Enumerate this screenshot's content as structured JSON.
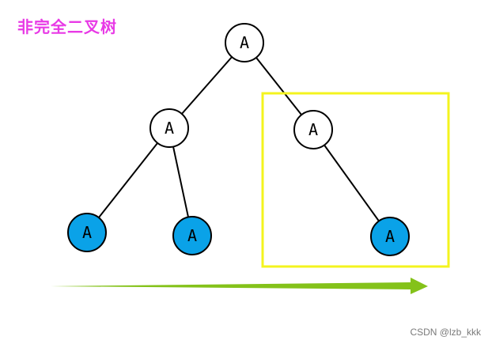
{
  "title": "非完全二叉树",
  "watermark": "CSDN @lzb_kkk",
  "colors": {
    "title": "#e83ae6",
    "node_white": "#ffffff",
    "node_blue": "#0aa2e8",
    "edge": "#000000",
    "highlight_box": "#f4f41e",
    "arrow": "#84c21a",
    "watermark": "#7a7a7a"
  },
  "nodes": [
    {
      "id": "root",
      "label": "A",
      "fill": "white"
    },
    {
      "id": "left",
      "label": "A",
      "fill": "white"
    },
    {
      "id": "right",
      "label": "A",
      "fill": "white"
    },
    {
      "id": "left-left",
      "label": "A",
      "fill": "blue"
    },
    {
      "id": "left-right",
      "label": "A",
      "fill": "blue"
    },
    {
      "id": "right-right",
      "label": "A",
      "fill": "blue"
    }
  ],
  "edges": [
    [
      "root",
      "left"
    ],
    [
      "root",
      "right"
    ],
    [
      "left",
      "left-left"
    ],
    [
      "left",
      "left-right"
    ],
    [
      "right",
      "right-right"
    ]
  ]
}
